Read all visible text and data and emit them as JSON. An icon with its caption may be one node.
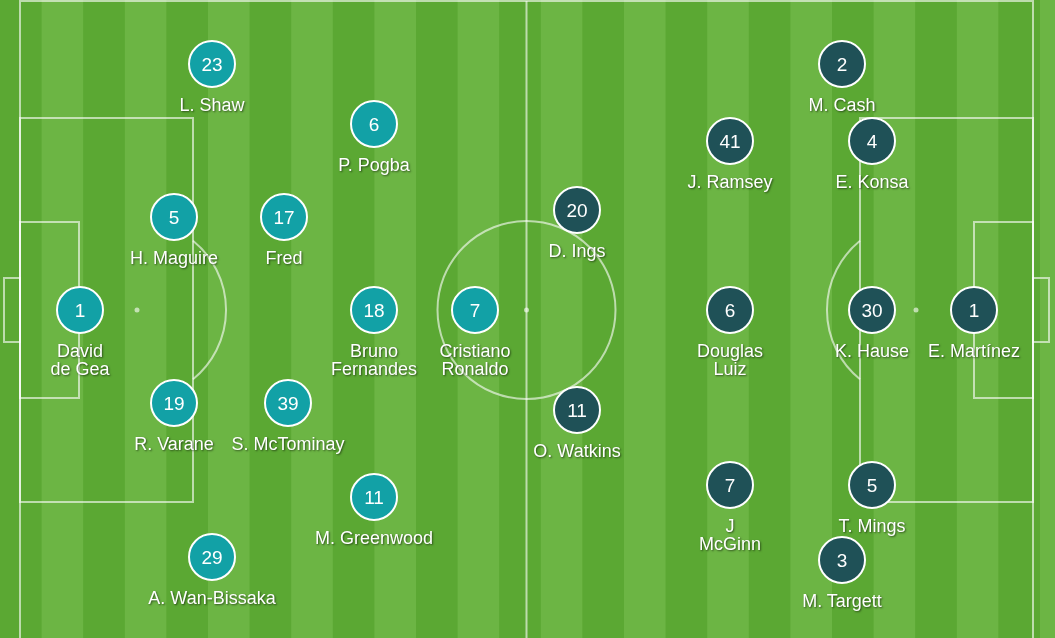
{
  "diagram": {
    "nodes": [
      {
        "text": [
          "1"
        ],
        "beside": [
          "David de Gea"
        ]
      },
      {
        "text": [
          "23"
        ],
        "beside": [
          "L. Shaw"
        ]
      },
      {
        "text": [
          "5"
        ],
        "beside": [
          "H. Maguire"
        ]
      },
      {
        "text": [
          "19"
        ],
        "beside": [
          "R. Varane"
        ]
      },
      {
        "text": [
          "29"
        ],
        "beside": [
          "A. Wan-Bissaka"
        ]
      },
      {
        "text": [
          "17"
        ],
        "beside": [
          "Fred"
        ]
      },
      {
        "text": [
          "39"
        ],
        "beside": [
          "S. McTominay"
        ]
      },
      {
        "text": [
          "6"
        ],
        "beside": [
          "P. Pogba"
        ]
      },
      {
        "text": [
          "18"
        ],
        "beside": [
          "Bruno Fernandes"
        ]
      },
      {
        "text": [
          "11"
        ],
        "beside": [
          "M. Greenwood"
        ]
      },
      {
        "text": [
          "7"
        ],
        "beside": [
          "Cristiano Ronaldo"
        ]
      },
      {
        "text": [
          "20"
        ],
        "beside": [
          "D. Ings"
        ]
      },
      {
        "text": [
          "11"
        ],
        "beside": [
          "O. Watkins"
        ]
      },
      {
        "text": [
          "41"
        ],
        "beside": [
          "J. Ramsey"
        ]
      },
      {
        "text": [
          "6"
        ],
        "beside": [
          "Douglas Luiz"
        ]
      },
      {
        "text": [
          "7"
        ],
        "beside": [
          "J McGinn"
        ]
      },
      {
        "text": [
          "2"
        ],
        "beside": [
          "M. Cash"
        ]
      },
      {
        "text": [
          "4"
        ],
        "beside": [
          "E. Konsa"
        ]
      },
      {
        "text": [
          "30"
        ],
        "beside": [
          "K. Hause"
        ]
      },
      {
        "text": [
          "5"
        ],
        "beside": [
          "T. Mings"
        ]
      },
      {
        "text": [
          "3"
        ],
        "beside": [
          "M. Targett"
        ]
      },
      {
        "text": [
          "1"
        ],
        "beside": [
          "E. Martínez"
        ]
      }
    ]
  }
}
